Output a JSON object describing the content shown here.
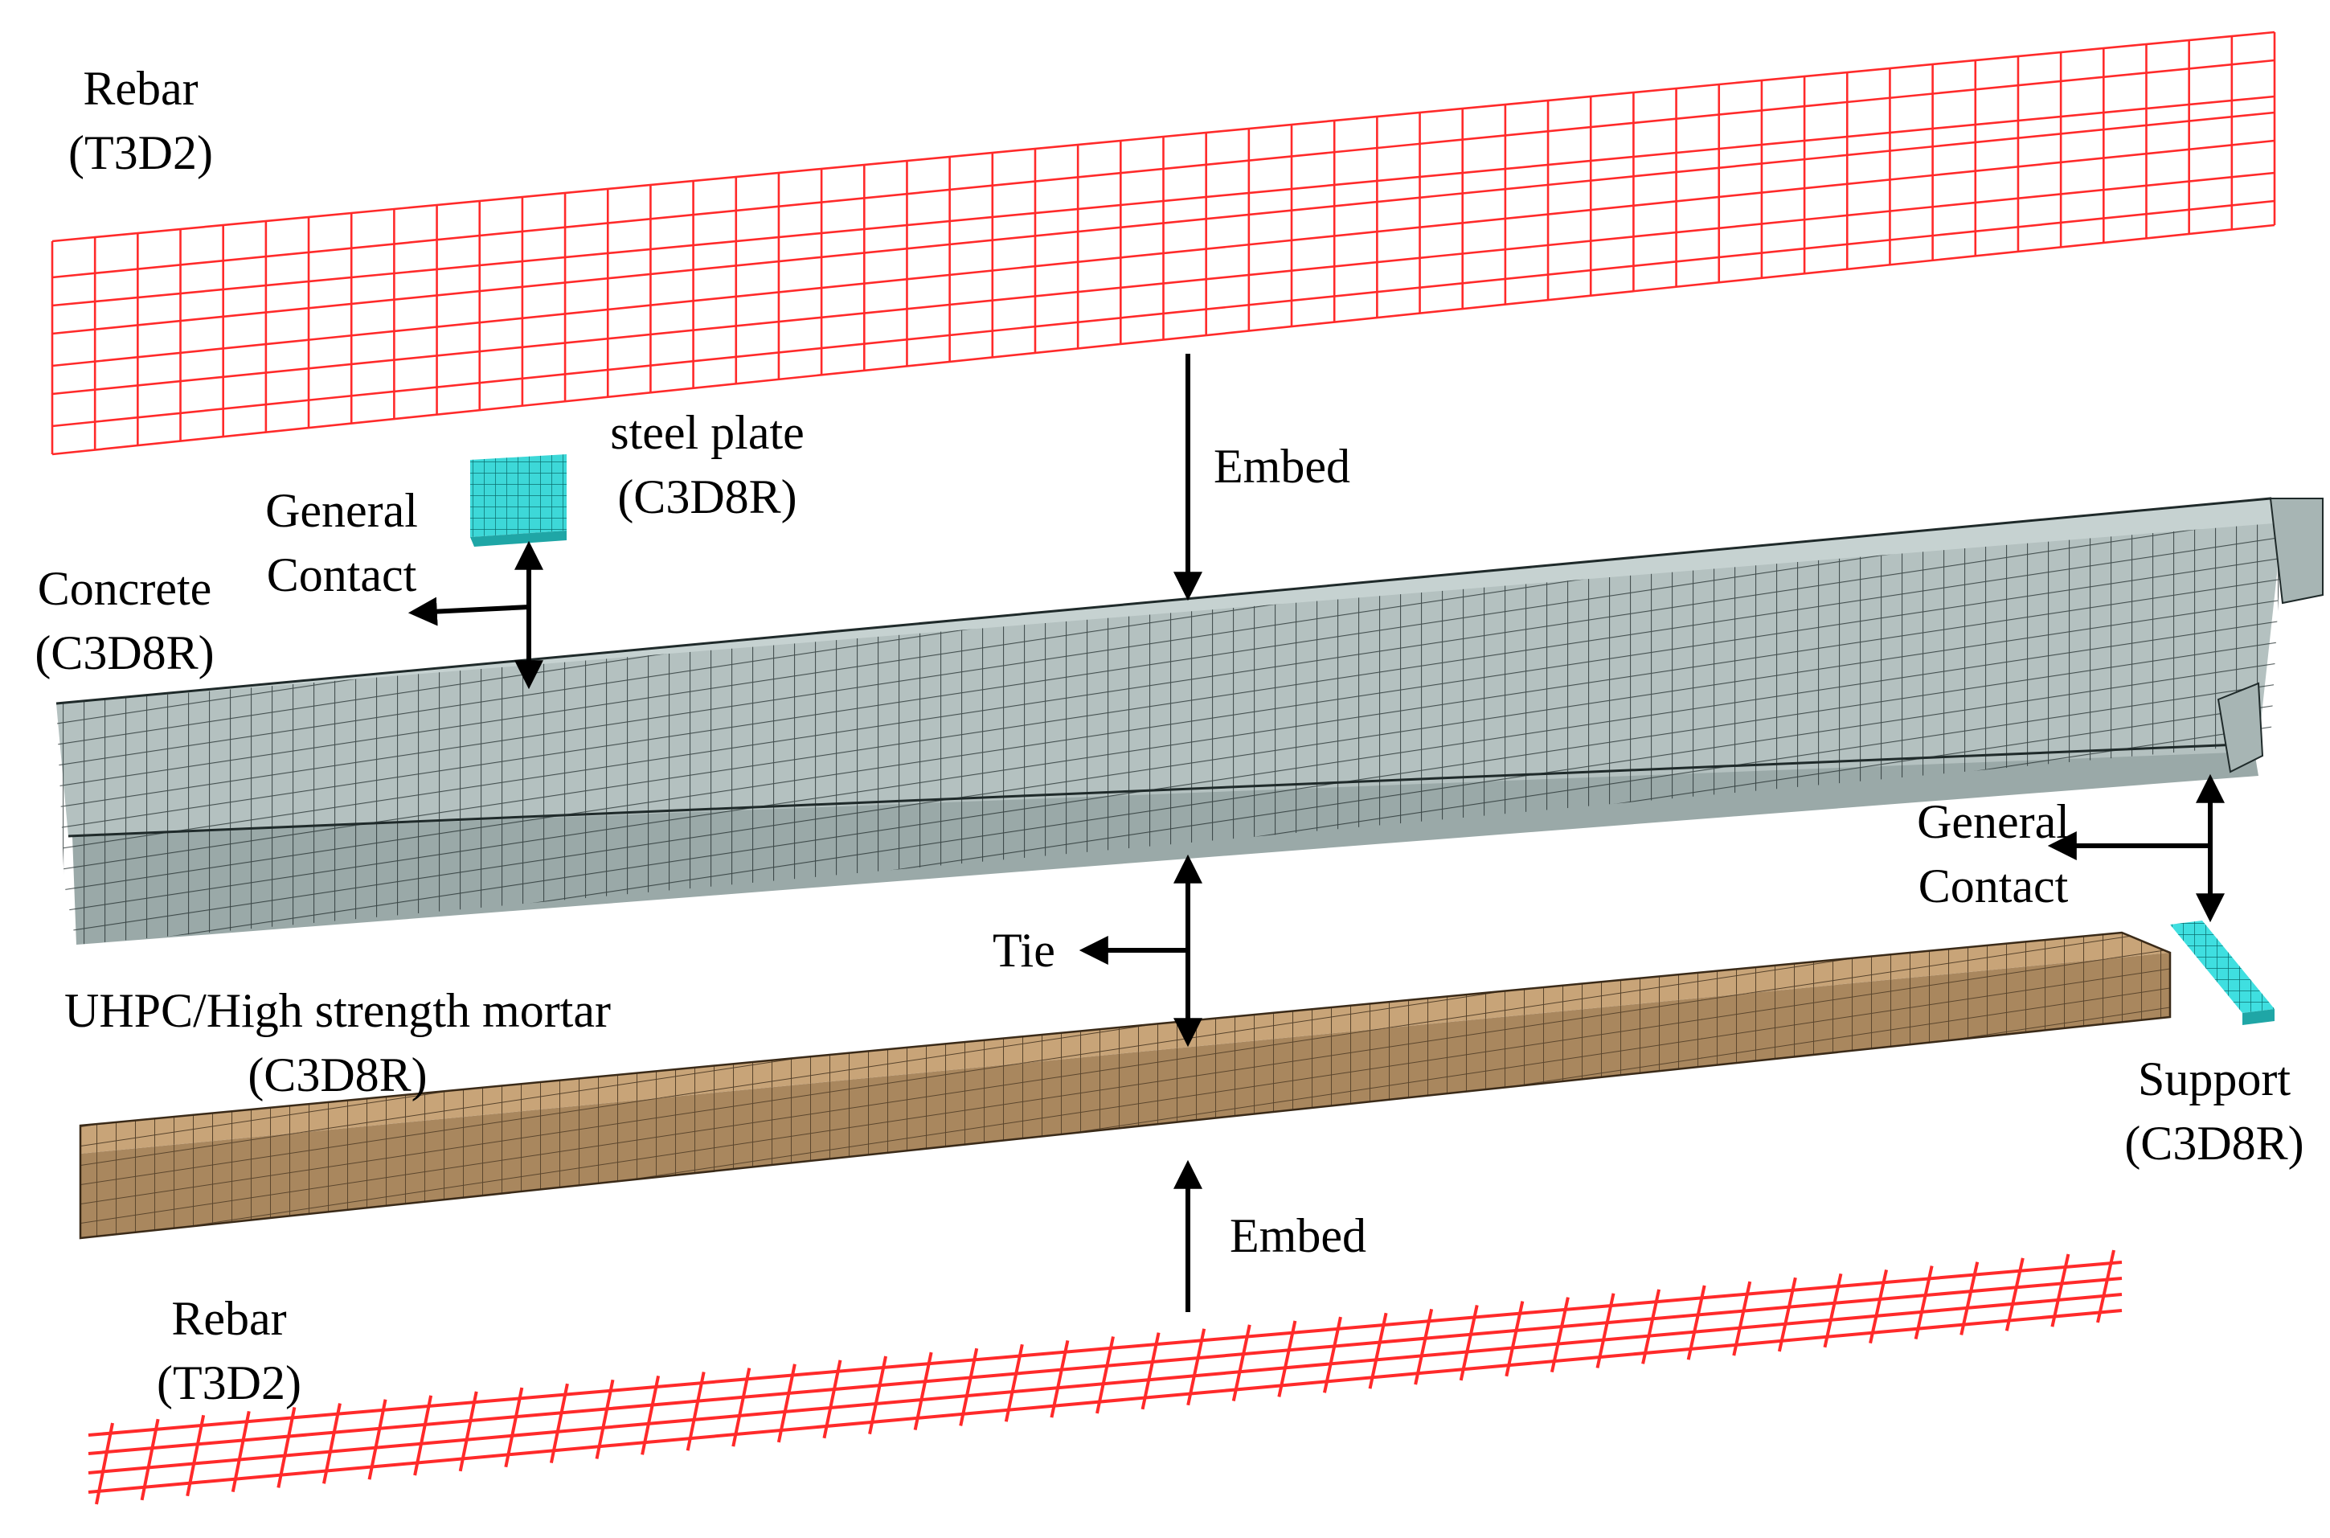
{
  "colors": {
    "rebar": "#ff2a2a",
    "concrete_fill": "#b4c1c0",
    "concrete_top": "#c6d2d1",
    "concrete_side": "#9aa9a8",
    "mesh_line": "#1f2a2a",
    "uhpc_fill": "#c8a478",
    "uhpc_side": "#a9875e",
    "steel_plate": "#3dd8d8",
    "support": "#3fdfe0",
    "arrow": "#000000"
  },
  "labels": {
    "rebar_top": [
      "Rebar",
      "(T3D2)"
    ],
    "steel_plate": [
      "steel plate",
      "(C3D8R)"
    ],
    "general_contact_left": [
      "General",
      "Contact"
    ],
    "concrete": [
      "Concrete",
      "(C3D8R)"
    ],
    "embed_top": "Embed",
    "general_contact_right": [
      "General",
      "Contact"
    ],
    "tie": "Tie",
    "uhpc": [
      "UHPC/High strength mortar",
      "(C3D8R)"
    ],
    "support": [
      "Support",
      "(C3D8R)"
    ],
    "embed_bottom": "Embed",
    "rebar_bottom": [
      "Rebar",
      "(T3D2)"
    ]
  },
  "icons": {
    "rebar_top": "rebar-cage-icon",
    "concrete_beam": "concrete-beam-mesh-icon",
    "uhpc_layer": "uhpc-layer-mesh-icon",
    "rebar_bottom": "rebar-grid-icon",
    "steel_plate": "steel-plate-icon",
    "support": "support-block-icon"
  }
}
